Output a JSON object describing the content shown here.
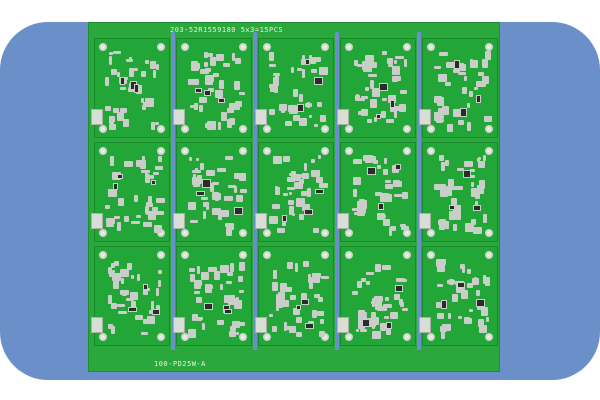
{
  "colors": {
    "backdrop": "#6b8fc9",
    "pcb_green": "#2aa83c",
    "pads": "#c9cfc8",
    "silkscreen": "#e8f0e6"
  },
  "silkscreen": {
    "top_label": "203-52R1559180  5x3=15PCS",
    "bottom_label": "100-PD25W-A"
  },
  "panel": {
    "columns": 5,
    "rows": 3
  }
}
